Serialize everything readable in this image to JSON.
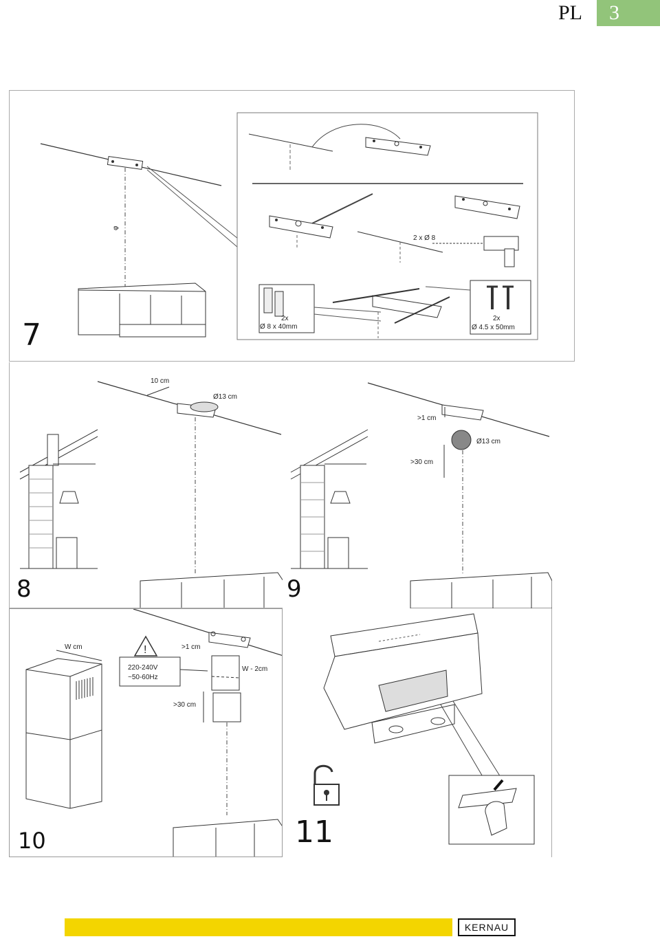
{
  "header": {
    "language": "PL",
    "page_number": "3"
  },
  "steps": {
    "s7": {
      "number": "7",
      "drill_label": "2 x Ø 8",
      "dowel_count": "2x",
      "dowel_size": "Ø 8 x 40mm",
      "screw_count": "2x",
      "screw_size": "Ø 4.5 x 50mm"
    },
    "s8": {
      "number": "8",
      "offset_label": "10 cm",
      "hole_label": "Ø13 cm"
    },
    "s9": {
      "number": "9",
      "gap_label": ">1 cm",
      "hole_label": "Ø13 cm",
      "drop_label": ">30 cm"
    },
    "s10": {
      "number": "10",
      "width_label": "W cm",
      "gap_label": ">1 cm",
      "voltage": "220-240V",
      "frequency": "~50-60Hz",
      "inner_width_label": "W - 2cm",
      "drop_label": ">30 cm"
    },
    "s11": {
      "number": "11"
    }
  },
  "footer": {
    "brand": "KERNAU",
    "bar_color": "#f3d500",
    "badge_color": "#92c47a"
  }
}
